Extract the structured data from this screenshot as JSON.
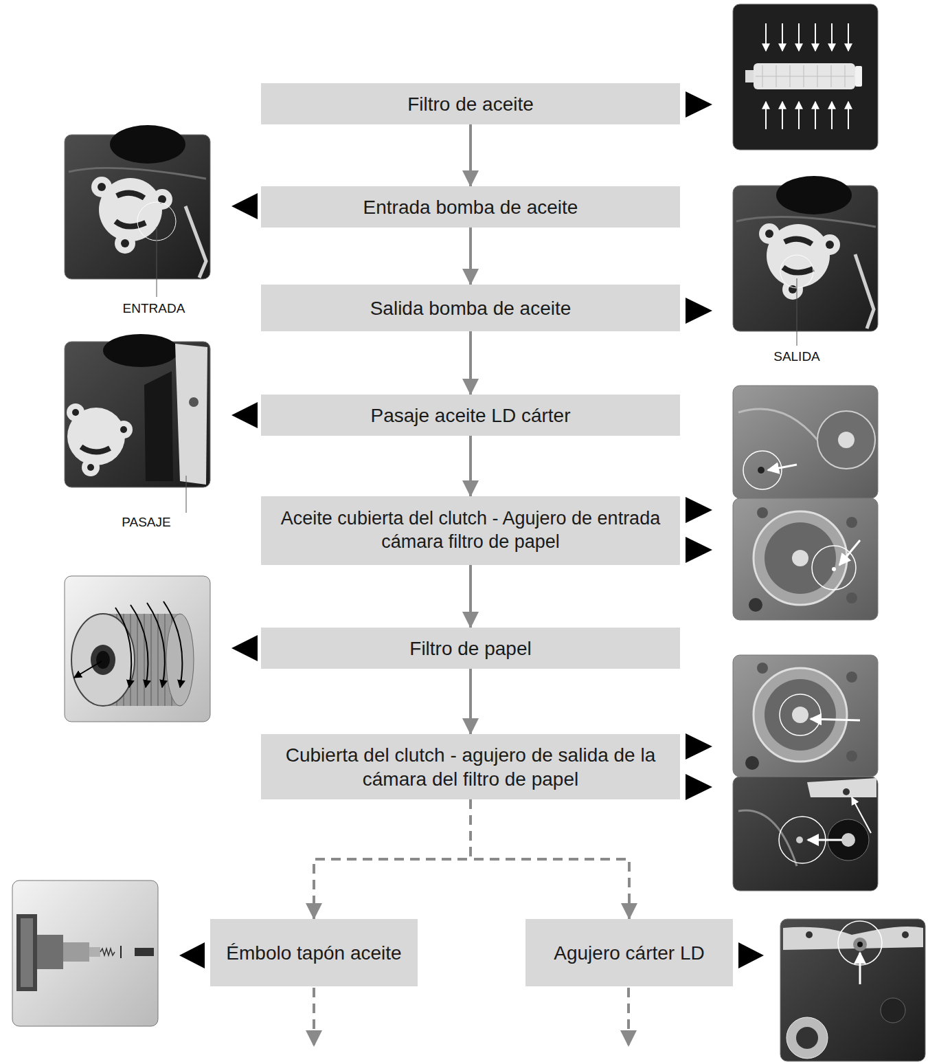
{
  "diagram": {
    "nodes": [
      {
        "text": [
          "Filtro de aceite"
        ]
      },
      {
        "text": [
          "Entrada bomba de aceite"
        ]
      },
      {
        "text": [
          "Salida bomba de aceite"
        ]
      },
      {
        "text": [
          "Pasaje aceite LD cárter"
        ]
      },
      {
        "text": [
          "Aceite cubierta del clutch - Agujero de entrada cámara filtro de papel"
        ]
      },
      {
        "text": [
          "Filtro de papel"
        ]
      },
      {
        "text": [
          "Cubierta del clutch - agujero de salida de la cámara del filtro de papel"
        ]
      },
      {
        "text": [
          "Émbolo tapón aceite"
        ]
      },
      {
        "text": [
          "Agujero cárter LD"
        ]
      }
    ],
    "edges": [
      {
        "from": 0,
        "to": 1,
        "arrow": "to"
      },
      {
        "from": 1,
        "to": 2,
        "arrow": "to"
      },
      {
        "from": 2,
        "to": 3,
        "arrow": "to"
      },
      {
        "from": 3,
        "to": 4,
        "arrow": "to"
      },
      {
        "from": 4,
        "to": 5,
        "arrow": "to"
      },
      {
        "from": 5,
        "to": 6,
        "arrow": "to"
      },
      {
        "from": 6,
        "to": 7,
        "arrow": "to"
      },
      {
        "from": 6,
        "to": 8,
        "arrow": "to"
      }
    ],
    "labels": [
      "ENTRADA",
      "SALIDA",
      "PASAJE"
    ]
  }
}
